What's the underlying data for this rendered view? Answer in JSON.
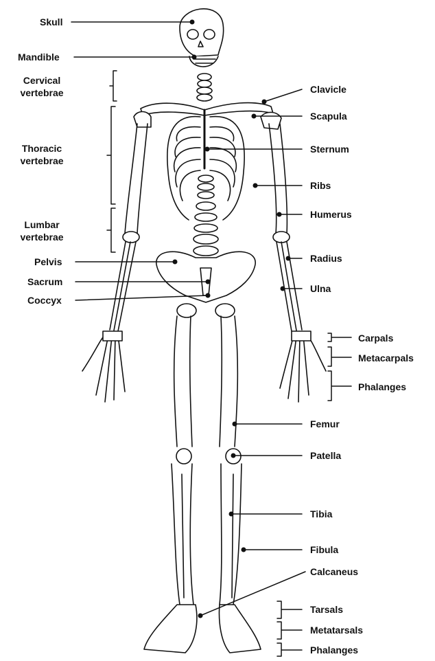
{
  "left_labels": {
    "skull": "Skull",
    "mandible": "Mandible",
    "cervical": "Cervical vertebrae",
    "thoracic": "Thoracic vertebrae",
    "lumbar": "Lumbar vertebrae",
    "pelvis": "Pelvis",
    "sacrum": "Sacrum",
    "coccyx": "Coccyx"
  },
  "left_labels_split": {
    "cervical": [
      "Cervical",
      "vertebrae"
    ],
    "thoracic": [
      "Thoracic",
      "vertebrae"
    ],
    "lumbar": [
      "Lumbar",
      "vertebrae"
    ]
  },
  "right_labels": {
    "clavicle": "Clavicle",
    "scapula": "Scapula",
    "sternum": "Sternum",
    "ribs": "Ribs",
    "humerus": "Humerus",
    "radius": "Radius",
    "ulna": "Ulna",
    "carpals": "Carpals",
    "metacarpals": "Metacarpals",
    "hand_phalanges": "Phalanges",
    "femur": "Femur",
    "patella": "Patella",
    "tibia": "Tibia",
    "fibula": "Fibula",
    "calcaneus": "Calcaneus",
    "tarsals": "Tarsals",
    "metatarsals": "Metatarsals",
    "foot_phalanges": "Phalanges"
  },
  "colors": {
    "ink": "#111111",
    "background": "#ffffff"
  }
}
